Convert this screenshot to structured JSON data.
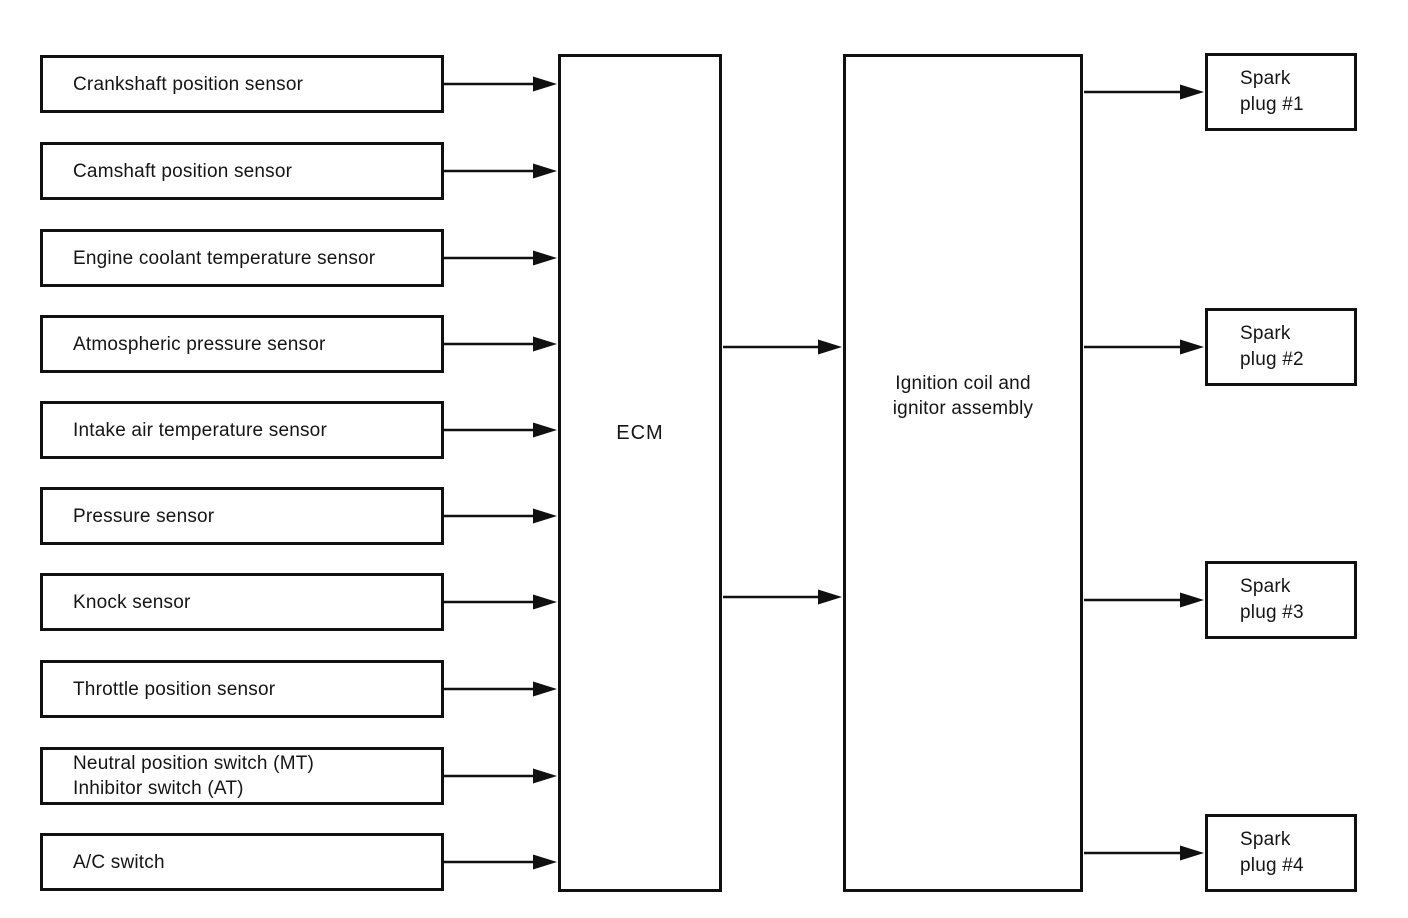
{
  "diagram": {
    "sensors": [
      {
        "label": "Crankshaft position sensor"
      },
      {
        "label": "Camshaft position sensor"
      },
      {
        "label": "Engine coolant temperature sensor"
      },
      {
        "label": "Atmospheric pressure sensor"
      },
      {
        "label": "Intake air temperature sensor"
      },
      {
        "label": "Pressure sensor"
      },
      {
        "label": "Knock sensor"
      },
      {
        "label": "Throttle position sensor"
      },
      {
        "label": "Neutral position switch (MT)\nInhibitor switch (AT)"
      },
      {
        "label": "A/C switch"
      }
    ],
    "ecm": {
      "label": "ECM"
    },
    "ignition_coil": {
      "label": "Ignition coil and\nignitor assembly"
    },
    "spark_plugs": [
      {
        "label": "Spark\nplug #1"
      },
      {
        "label": "Spark\nplug #2"
      },
      {
        "label": "Spark\nplug #3"
      },
      {
        "label": "Spark\nplug #4"
      }
    ],
    "colors": {
      "line": "#101010",
      "background": "#ffffff",
      "text": "#151515"
    }
  }
}
